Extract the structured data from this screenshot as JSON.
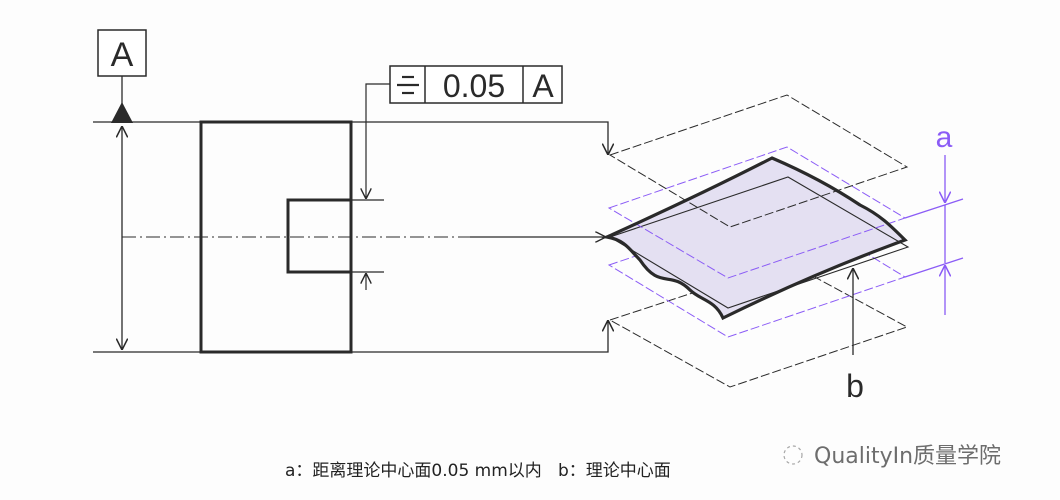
{
  "datum": {
    "label": "A"
  },
  "feature_control_frame": {
    "symbol": "symmetry",
    "tolerance": "0.05",
    "datum_ref": "A"
  },
  "labels": {
    "a": "a",
    "b": "b"
  },
  "caption": {
    "a_text": "a：距离理论中心面0.05 mm以内",
    "b_text": "b：理论中心面"
  },
  "watermark": {
    "text": "QualityIn质量学院"
  },
  "colors": {
    "line": "#2a2a2a",
    "purple": "#8b5cf6",
    "surface_fill": "#e4e0f2"
  }
}
